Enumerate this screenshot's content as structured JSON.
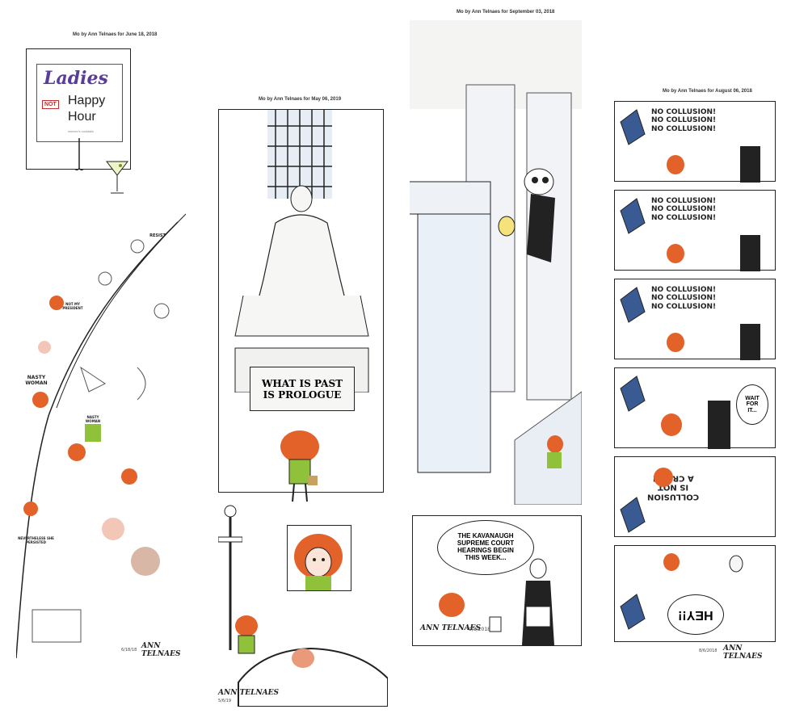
{
  "strips": [
    {
      "header": "Mo by Ann Telnaes for June 18, 2018",
      "sign": {
        "line1": "Ladies",
        "not": "NOT",
        "line2": "Happy",
        "line3": "Hour",
        "small": "women's cocktails"
      },
      "labels": [
        "NASTY WOMAN",
        "NOT MY PRESIDENT",
        "NASTY WOMAN",
        "RESIST",
        "NEVERTHELESS SHE PERSISTED"
      ],
      "date": "6/18/18",
      "signature": "ANN TELNAES"
    },
    {
      "header": "Mo by Ann Telnaes for May 06, 2019",
      "plinth": [
        "WHAT IS PAST",
        "IS PROLOGUE"
      ],
      "date": "5/6/19",
      "signature": "ANN TELNAES"
    },
    {
      "header": "Mo by Ann Telnaes for September 03, 2018",
      "balloon": [
        "THE KAVANAUGH",
        "SUPREME COURT",
        "HEARINGS BEGIN",
        "THIS WEEK..."
      ],
      "date": "9/3/2018",
      "signature": "ANN TELNAES"
    },
    {
      "header": "Mo by Ann Telnaes for August 06, 2018",
      "panels": [
        {
          "text": [
            "NO COLLUSION!",
            "NO COLLUSION!",
            "NO COLLUSION!"
          ]
        },
        {
          "text": [
            "NO COLLUSION!",
            "NO COLLUSION!",
            "NO COLLUSION!"
          ]
        },
        {
          "text": [
            "NO COLLUSION!",
            "NO COLLUSION!",
            "NO COLLUSION!"
          ]
        },
        {
          "text": [
            "WAIT",
            "FOR",
            "IT..."
          ]
        },
        {
          "text": [
            "COLLUSION",
            "IS NOT",
            "A CRIME!"
          ]
        },
        {
          "text": [
            "HEY!!"
          ]
        }
      ],
      "date": "8/6/2018",
      "signature": "ANN TELNAES"
    }
  ],
  "colors": {
    "hair": "#e2622a",
    "jacket": "#8fc13a",
    "ink": "#222222",
    "stone": "#f1f1ef",
    "sign_purple": "#5a3d9a",
    "tv_blue": "#3a5a93"
  }
}
